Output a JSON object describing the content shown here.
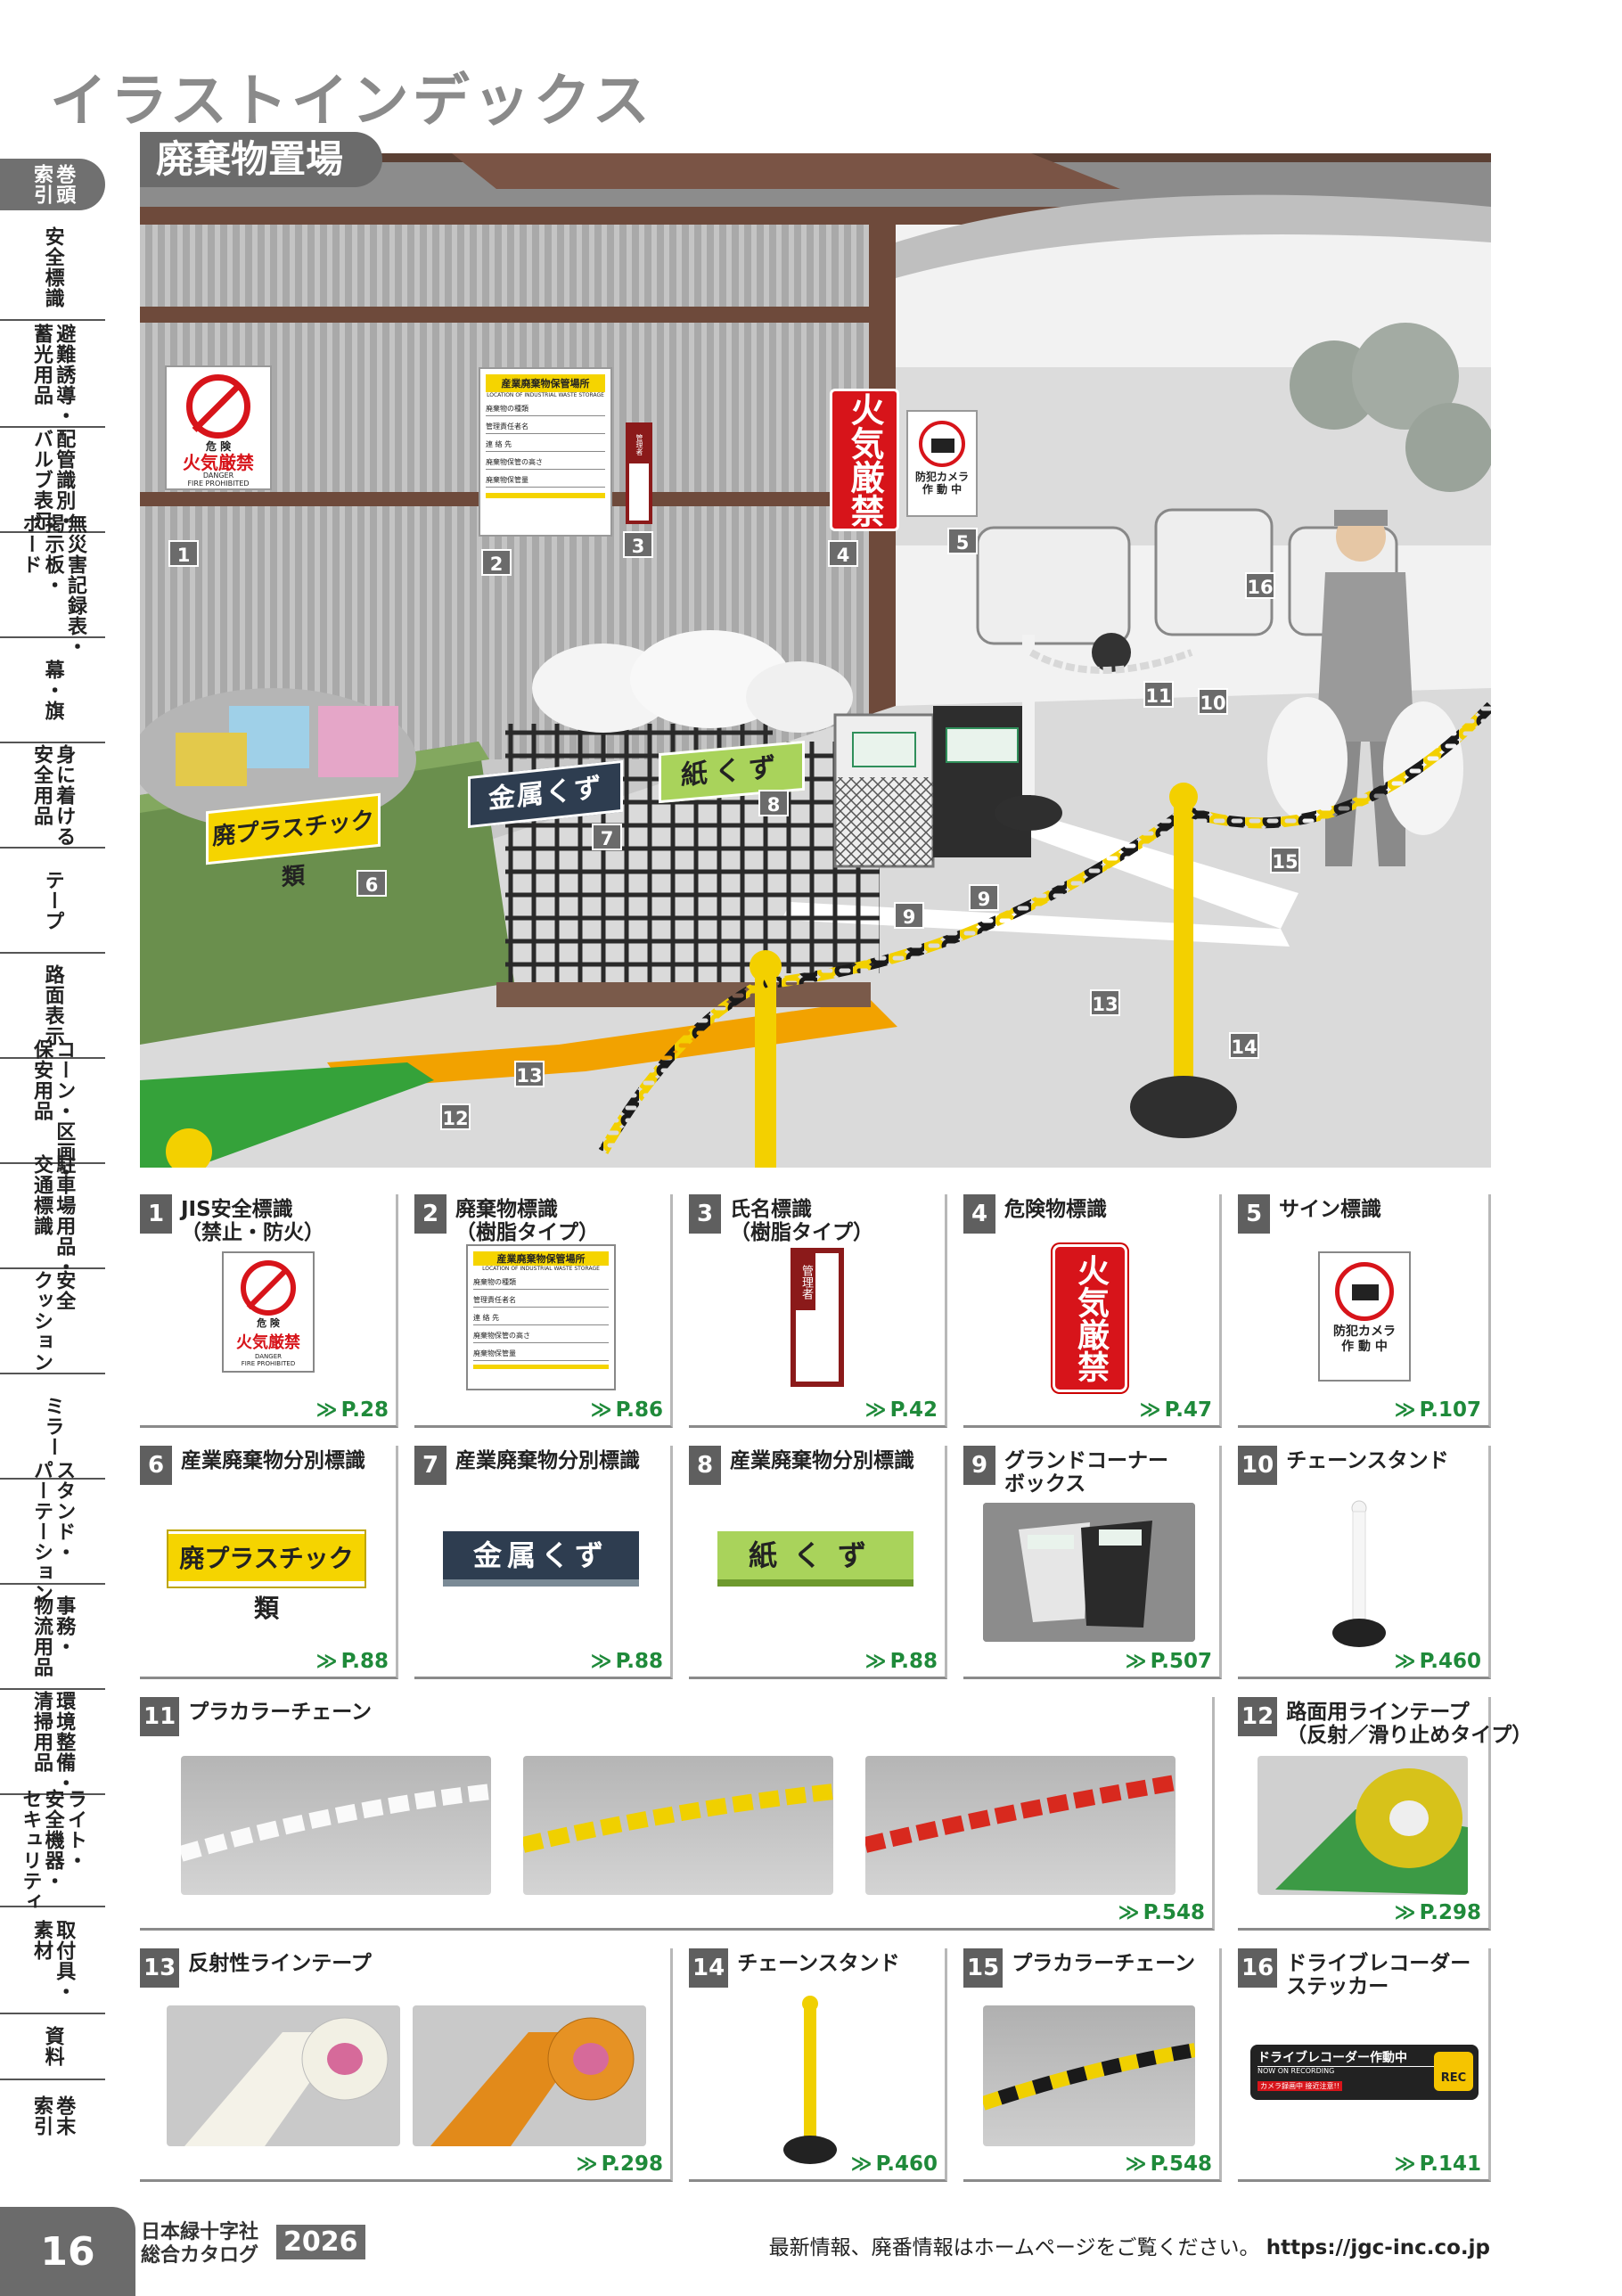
{
  "page_title": "イラストインデックス",
  "scene_title": "廃棄物置場",
  "sidebar": [
    {
      "label": "巻頭\n索引",
      "active": true
    },
    {
      "label": "安全標識"
    },
    {
      "label": "避難誘導・\n蓄光用品"
    },
    {
      "label": "配管識別・\nバルブ表示"
    },
    {
      "label": "無災害記録表・\n掲示板・\nボード"
    },
    {
      "label": "幕・旗"
    },
    {
      "label": "身に着ける\n安全用品"
    },
    {
      "label": "テープ"
    },
    {
      "label": "路面表示"
    },
    {
      "label": "コーン・区画・\n保安用品"
    },
    {
      "label": "駐車場用品・\n交通標識"
    },
    {
      "label": "安全\nクッション"
    },
    {
      "label": "ミラー"
    },
    {
      "label": "スタンド・\nパーテーション"
    },
    {
      "label": "事務・\n物流用品"
    },
    {
      "label": "環境整備・\n清掃用品"
    },
    {
      "label": "ライト・\n安全機器・\nセキュリティ"
    },
    {
      "label": "取付具・\n素材"
    },
    {
      "label": "資料"
    },
    {
      "label": "巻末\n索引"
    }
  ],
  "scene": {
    "sign1": {
      "top": "危 険",
      "main": "火気厳禁",
      "sub": "DANGER\nFIRE PROHIBITED"
    },
    "sign2": {
      "header": "産業廃棄物保管場所",
      "sub": "LOCATION OF INDUSTRIAL WASTE STORAGE",
      "rows": [
        "廃棄物の種類",
        "管理責任者名",
        "連 絡 先",
        "廃棄物保管の高さ",
        "廃棄物保管量"
      ]
    },
    "sign3": {
      "text": "管理者"
    },
    "sign4": {
      "text": "火気厳禁"
    },
    "sign5": {
      "text": "防犯カメラ\n作 動 中"
    },
    "plate6": "廃プラスチック類",
    "plate7": "金属くず",
    "plate8": "紙くず",
    "callouts": [
      "1",
      "2",
      "3",
      "4",
      "5",
      "6",
      "7",
      "8",
      "9",
      "9",
      "10",
      "11",
      "12",
      "13",
      "13",
      "14",
      "15",
      "16"
    ]
  },
  "cards": [
    {
      "num": "1",
      "name": "JIS安全標識\n（禁止・防火）",
      "page": "P.28"
    },
    {
      "num": "2",
      "name": "廃棄物標識\n（樹脂タイプ）",
      "page": "P.86"
    },
    {
      "num": "3",
      "name": "氏名標識\n（樹脂タイプ）",
      "page": "P.42"
    },
    {
      "num": "4",
      "name": "危険物標識",
      "page": "P.47"
    },
    {
      "num": "5",
      "name": "サイン標識",
      "page": "P.107"
    },
    {
      "num": "6",
      "name": "産業廃棄物分別標識",
      "page": "P.88"
    },
    {
      "num": "7",
      "name": "産業廃棄物分別標識",
      "page": "P.88"
    },
    {
      "num": "8",
      "name": "産業廃棄物分別標識",
      "page": "P.88"
    },
    {
      "num": "9",
      "name": "グランドコーナー\nボックス",
      "page": "P.507"
    },
    {
      "num": "10",
      "name": "チェーンスタンド",
      "page": "P.460"
    },
    {
      "num": "11",
      "name": "プラカラーチェーン",
      "page": "P.548"
    },
    {
      "num": "12",
      "name": "路面用ラインテープ\n（反射／滑り止めタイプ）",
      "page": "P.298"
    },
    {
      "num": "13",
      "name": "反射性ラインテープ",
      "page": "P.298"
    },
    {
      "num": "14",
      "name": "チェーンスタンド",
      "page": "P.460"
    },
    {
      "num": "15",
      "name": "プラカラーチェーン",
      "page": "P.548"
    },
    {
      "num": "16",
      "name": "ドライブレコーダー\nステッカー",
      "page": "P.141"
    }
  ],
  "products": {
    "sticker16": {
      "main": "ドライブレコーダー作動中",
      "en": "NOW ON RECORDING",
      "note": "カメラ録画中 接近注意!!",
      "rec": "REC"
    }
  },
  "footer": {
    "page_number": "16",
    "catalog": "日本緑十字社\n総合カタログ",
    "year": "2026",
    "note": "最新情報、廃番情報はホームページをご覧ください。",
    "url": "https://jgc-inc.co.jp"
  },
  "colors": {
    "accent_gray": "#6b6b6b",
    "link_green": "#1f8a3a",
    "danger_red": "#d7141a",
    "plate_yellow": "#f5d400",
    "plate_navy": "#2e3d50",
    "plate_green": "#a9d35b"
  }
}
